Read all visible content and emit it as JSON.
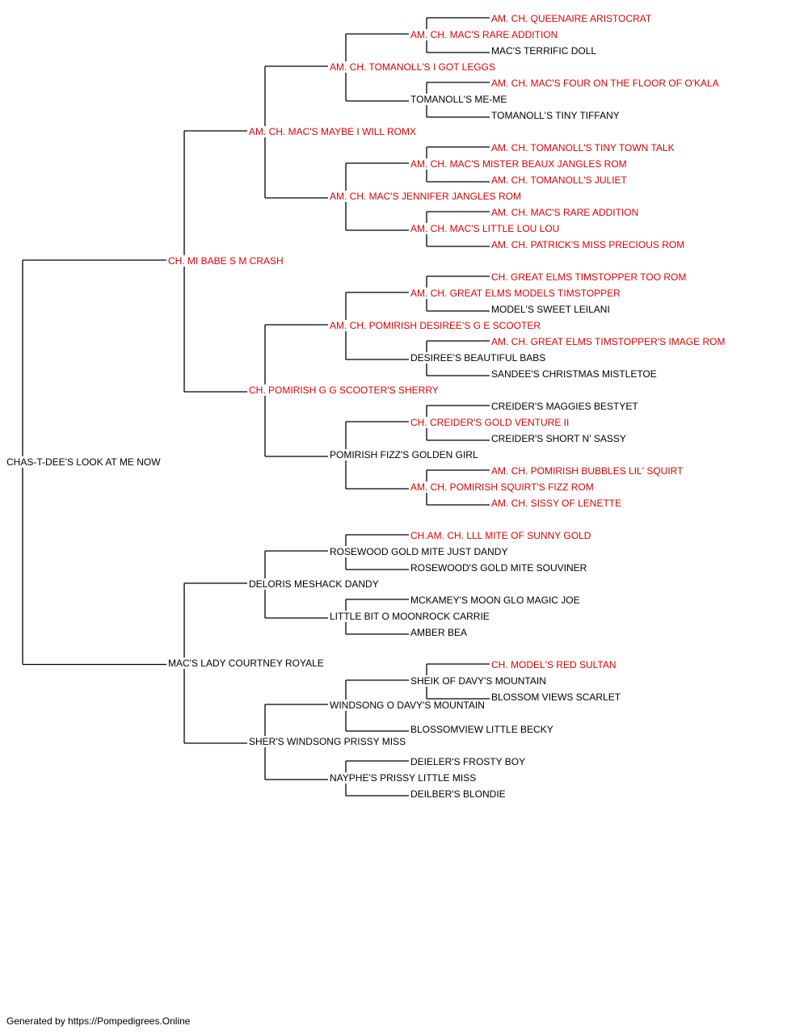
{
  "colors": {
    "champion": "#e00000",
    "regular": "#000000",
    "line": "#000000"
  },
  "subject": {
    "name": "CHAS-T-DEE'S LOOK AT ME NOW",
    "champion": false
  },
  "sire": {
    "name": "CH. MI BABE S M CRASH",
    "champion": true,
    "sire": {
      "name": "AM. CH. MAC'S MAYBE I WILL ROMX",
      "champion": true,
      "sire": {
        "name": "AM. CH. TOMANOLL'S I GOT LEGGS",
        "champion": true,
        "sire": {
          "name": "AM. CH. MAC'S RARE ADDITION",
          "champion": true,
          "sire": {
            "name": "AM. CH. QUEENAIRE ARISTOCRAT",
            "champion": true
          },
          "dam": {
            "name": "MAC'S TERRIFIC DOLL",
            "champion": false
          }
        },
        "dam": {
          "name": "TOMANOLL'S ME-ME",
          "champion": false,
          "sire": {
            "name": "AM. CH. MAC'S FOUR ON THE FLOOR OF O'KALA",
            "champion": true
          },
          "dam": {
            "name": "TOMANOLL'S TINY TIFFANY",
            "champion": false
          }
        }
      },
      "dam": {
        "name": "AM. CH. MAC'S JENNIFER JANGLES ROM",
        "champion": true,
        "sire": {
          "name": "AM. CH. MAC'S MISTER BEAUX JANGLES ROM",
          "champion": true,
          "sire": {
            "name": "AM. CH. TOMANOLL'S TINY TOWN TALK",
            "champion": true
          },
          "dam": {
            "name": "AM. CH. TOMANOLL'S JULIET",
            "champion": true
          }
        },
        "dam": {
          "name": "AM. CH. MAC'S LITTLE LOU LOU",
          "champion": true,
          "sire": {
            "name": "AM. CH. MAC'S RARE ADDITION",
            "champion": true
          },
          "dam": {
            "name": "AM. CH. PATRICK'S MISS PRECIOUS ROM",
            "champion": true
          }
        }
      }
    },
    "dam": {
      "name": "CH. POMIRISH G G SCOOTER'S SHERRY",
      "champion": true,
      "sire": {
        "name": "AM. CH. POMIRISH DESIREE'S G E SCOOTER",
        "champion": true,
        "sire": {
          "name": "AM. CH. GREAT ELMS MODELS TIMSTOPPER",
          "champion": true,
          "sire": {
            "name": "CH. GREAT ELMS TIMSTOPPER TOO ROM",
            "champion": true
          },
          "dam": {
            "name": "MODEL'S SWEET LEILANI",
            "champion": false
          }
        },
        "dam": {
          "name": "DESIREE'S BEAUTIFUL BABS",
          "champion": false,
          "sire": {
            "name": "AM. CH. GREAT ELMS TIMSTOPPER'S IMAGE ROM",
            "champion": true
          },
          "dam": {
            "name": "SANDEE'S CHRISTMAS MISTLETOE",
            "champion": false
          }
        }
      },
      "dam": {
        "name": "POMIRISH FIZZ'S GOLDEN GIRL",
        "champion": false,
        "sire": {
          "name": "CH. CREIDER'S GOLD VENTURE II",
          "champion": true,
          "sire": {
            "name": "CREIDER'S MAGGIES BESTYET",
            "champion": false
          },
          "dam": {
            "name": "CREIDER'S SHORT N' SASSY",
            "champion": false
          }
        },
        "dam": {
          "name": "AM. CH. POMIRISH SQUIRT'S FIZZ ROM",
          "champion": true,
          "sire": {
            "name": "AM. CH. POMIRISH BUBBLES LIL' SQUIRT",
            "champion": true
          },
          "dam": {
            "name": "AM. CH. SISSY OF LENETTE",
            "champion": true
          }
        }
      }
    }
  },
  "dam": {
    "name": "MAC'S LADY COURTNEY ROYALE",
    "champion": false,
    "sire": {
      "name": "DELORIS MESHACK DANDY",
      "champion": false,
      "sire": {
        "name": "ROSEWOOD GOLD MITE JUST DANDY",
        "champion": false,
        "sire": {
          "name": "CH.AM. CH. LLL MITE OF SUNNY GOLD",
          "champion": true
        },
        "dam": {
          "name": "ROSEWOOD'S GOLD MITE SOUVINER",
          "champion": false
        }
      },
      "dam": {
        "name": "LITTLE BIT O MOONROCK CARRIE",
        "champion": false,
        "sire": {
          "name": "MCKAMEY'S MOON GLO MAGIC JOE",
          "champion": false
        },
        "dam": {
          "name": "AMBER BEA",
          "champion": false
        }
      }
    },
    "dam": {
      "name": "SHER'S WINDSONG PRISSY MISS",
      "champion": false,
      "sire": {
        "name": "WINDSONG O DAVY'S MOUNTAIN",
        "champion": false,
        "sire": {
          "name": "SHEIK OF DAVY'S MOUNTAIN",
          "champion": false,
          "sire": {
            "name": "CH. MODEL'S RED SULTAN",
            "champion": true
          },
          "dam": {
            "name": "BLOSSOM VIEWS SCARLET",
            "champion": false
          }
        },
        "dam": {
          "name": "BLOSSOMVIEW LITTLE BECKY",
          "champion": false
        }
      },
      "dam": {
        "name": "NAYPHE'S PRISSY LITTLE MISS",
        "champion": false,
        "sire": {
          "name": "DEIELER'S FROSTY BOY",
          "champion": false
        },
        "dam": {
          "name": "DEILBER'S BLONDIE",
          "champion": false
        }
      }
    }
  },
  "footer": "Generated by https://Pompedigrees.Online"
}
